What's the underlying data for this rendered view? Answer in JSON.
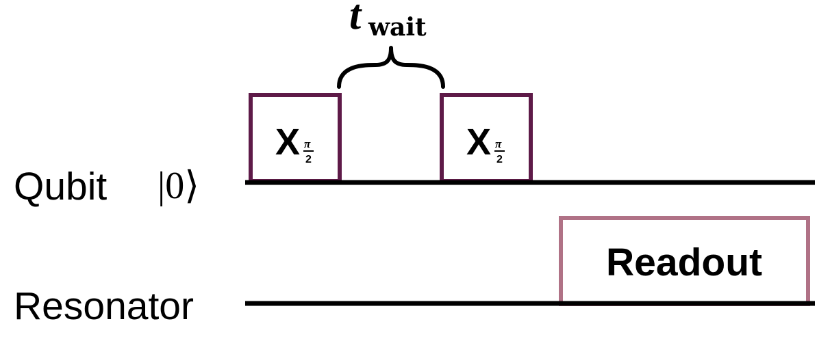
{
  "rows": {
    "qubit": {
      "label": "Qubit",
      "state": "|0⟩"
    },
    "resonator": {
      "label": "Resonator"
    }
  },
  "gates": [
    {
      "symbol": "X",
      "angle_numerator": "π",
      "angle_denominator": "2"
    },
    {
      "symbol": "X",
      "angle_numerator": "π",
      "angle_denominator": "2"
    }
  ],
  "readout": {
    "label": "Readout"
  },
  "wait": {
    "symbol": "t",
    "subscript": "wait"
  },
  "colors": {
    "gate_border": "#5e1a48",
    "readout_border": "#b07286",
    "line": "#000000"
  }
}
